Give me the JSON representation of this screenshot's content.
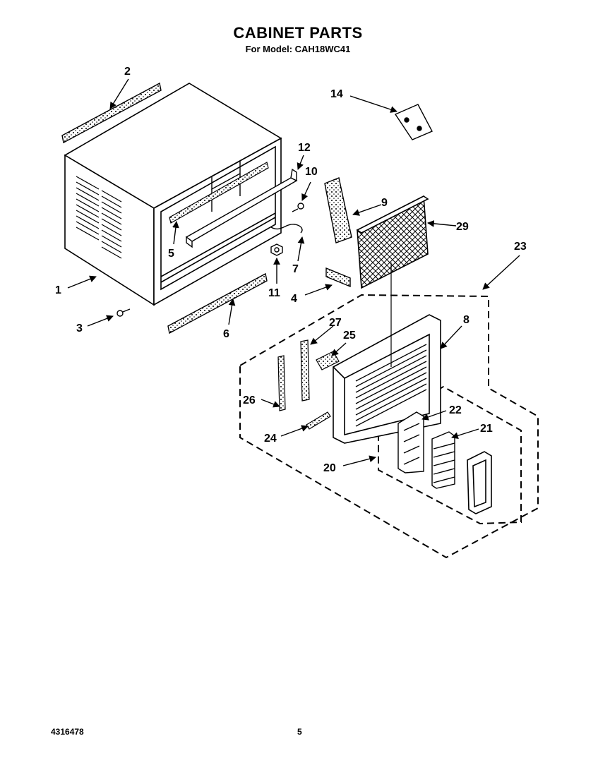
{
  "header": {
    "title": "CABINET PARTS",
    "subtitle": "For Model: CAH18WC41"
  },
  "footer": {
    "doc_number": "4316478",
    "page_number": "5"
  },
  "callouts": {
    "p1": "1",
    "p2": "2",
    "p3": "3",
    "p4": "4",
    "p5": "5",
    "p6": "6",
    "p7": "7",
    "p8": "8",
    "p9": "9",
    "p10": "10",
    "p11": "11",
    "p12": "12",
    "p14": "14",
    "p20": "20",
    "p21": "21",
    "p22": "22",
    "p23": "23",
    "p24": "24",
    "p25": "25",
    "p26": "26",
    "p27": "27",
    "p29": "29"
  },
  "colors": {
    "ink": "#000000",
    "paper": "#ffffff"
  }
}
